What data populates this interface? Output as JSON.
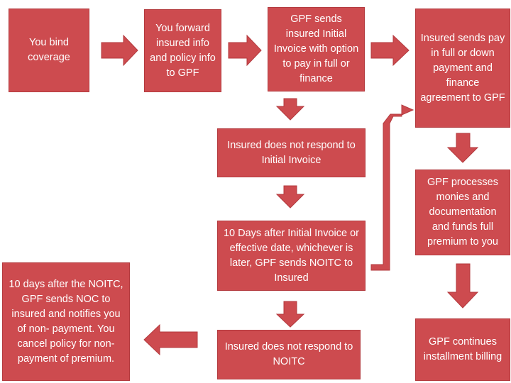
{
  "diagram": {
    "nodes": {
      "bind": {
        "text": "You bind coverage"
      },
      "forward": {
        "text": "You forward insured info and policy info to GPF"
      },
      "invoice": {
        "text": "GPF sends insured Initial Invoice with option to pay in full or finance"
      },
      "pay": {
        "text": "Insured sends pay in full or down payment and finance agreement to GPF"
      },
      "noresp1": {
        "text": "Insured does not respond to Initial Invoice"
      },
      "noitc": {
        "text": "10 Days after Initial Invoice or effective date, whichever is later, GPF sends NOITC to Insured"
      },
      "process": {
        "text": "GPF processes monies and documentation and funds full premium to you"
      },
      "noresp2": {
        "text": "Insured does not respond to NOITC"
      },
      "noc": {
        "text": "10 days after the NOITC, GPF sends NOC to insured and notifies you of non- payment. You cancel policy for non-payment of premium."
      },
      "billing": {
        "text": "GPF continues installment billing"
      }
    },
    "edges": [
      {
        "from": "bind",
        "to": "forward"
      },
      {
        "from": "forward",
        "to": "invoice"
      },
      {
        "from": "invoice",
        "to": "pay"
      },
      {
        "from": "invoice",
        "to": "noresp1"
      },
      {
        "from": "noresp1",
        "to": "noitc"
      },
      {
        "from": "noitc",
        "to": "pay"
      },
      {
        "from": "noitc",
        "to": "noresp2"
      },
      {
        "from": "noresp2",
        "to": "noc"
      },
      {
        "from": "pay",
        "to": "process"
      },
      {
        "from": "process",
        "to": "billing"
      }
    ],
    "colors": {
      "box": "#cd4b4f",
      "arrow": "#cd4b4f",
      "text": "#ffffff"
    }
  }
}
